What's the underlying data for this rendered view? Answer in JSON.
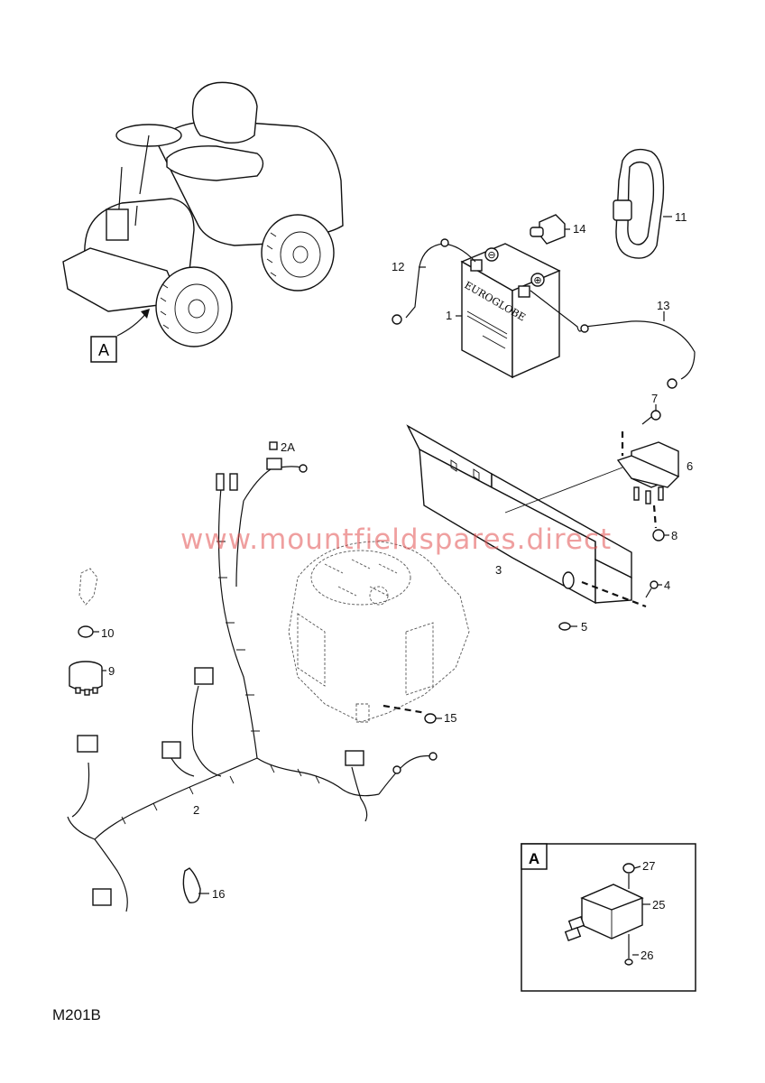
{
  "diagram": {
    "code": "M201B",
    "watermark": "www.mountfieldspares.direct",
    "battery_brand": "EUROGLOBE",
    "view_ref": "A",
    "inset_ref": "A",
    "polarity": {
      "negative": "⊖",
      "positive": "⊕"
    },
    "callouts": {
      "c1": "1",
      "c2": "2",
      "c2a": "2A",
      "c3": "3",
      "c4": "4",
      "c5": "5",
      "c6": "6",
      "c7": "7",
      "c8": "8",
      "c9": "9",
      "c10": "10",
      "c11": "11",
      "c12": "12",
      "c13": "13",
      "c14": "14",
      "c15": "15",
      "c16": "16",
      "c25": "25",
      "c26": "26",
      "c27": "27"
    }
  }
}
